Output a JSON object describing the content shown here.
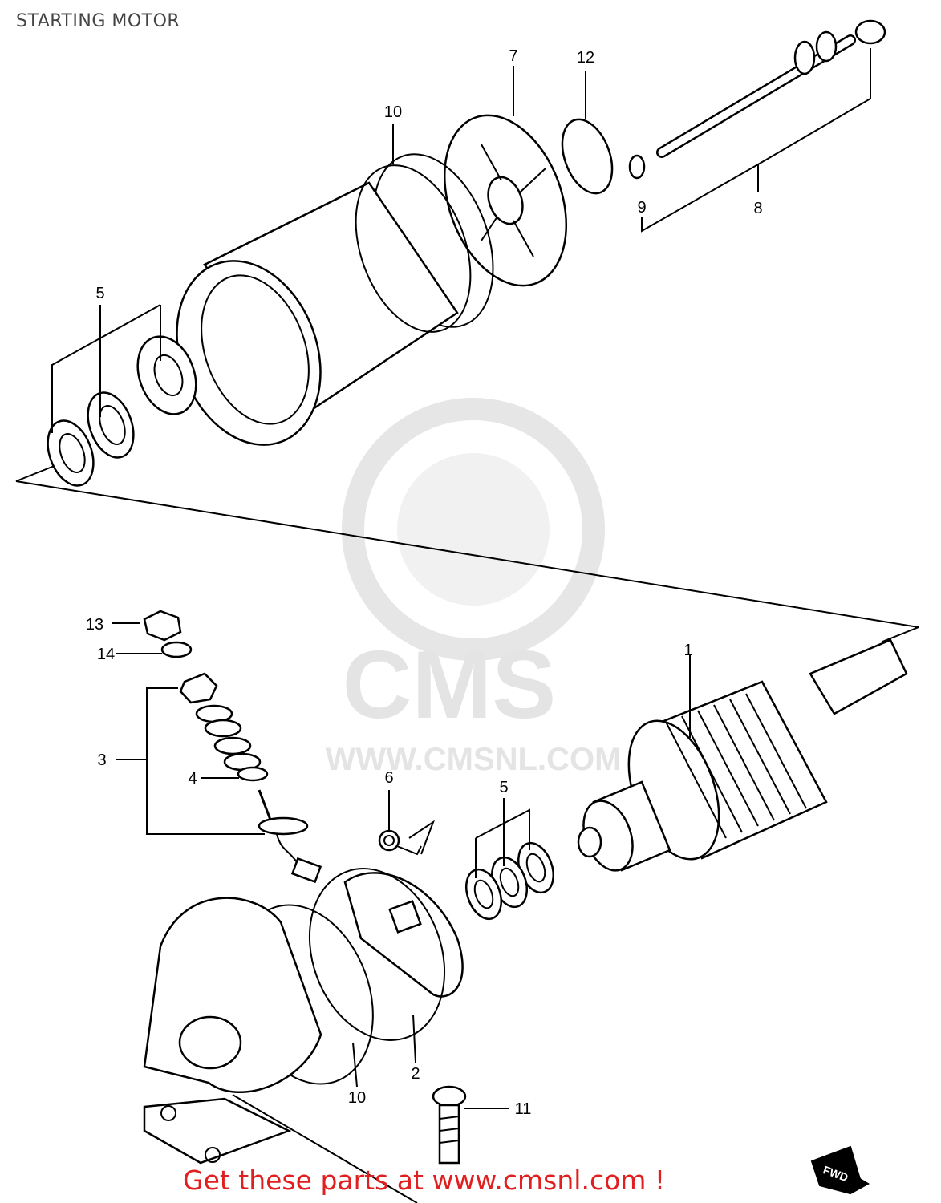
{
  "title": "STARTING MOTOR",
  "footer": "Get these parts at www.cmsnl.com !",
  "watermark": {
    "logo": "CMS",
    "url": "WWW.CMSNL.COM"
  },
  "fwd_mark": "FWD",
  "colors": {
    "footer": "#e02020",
    "watermark": "#e4e4e4",
    "line": "#000000"
  },
  "callouts": {
    "c1": "1",
    "c2": "2",
    "c3": "3",
    "c4": "4",
    "c5_top": "5",
    "c5_bottom": "5",
    "c6": "6",
    "c7": "7",
    "c8": "8",
    "c9": "9",
    "c10_top": "10",
    "c10_bottom": "10",
    "c11": "11",
    "c12": "12",
    "c13": "13",
    "c14": "14"
  }
}
